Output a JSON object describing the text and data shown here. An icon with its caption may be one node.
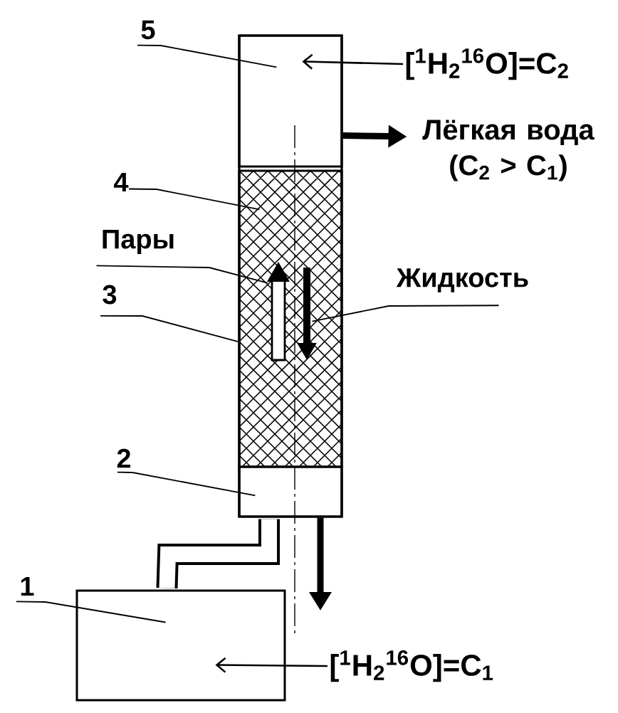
{
  "diagram": {
    "nodes": [
      {
        "text": [
          "5"
        ]
      },
      {
        "text": [],
        "shape": "box"
      },
      {
        "text": [],
        "shape": "box",
        "in": 1
      },
      {
        "text": [
          "[$^{1}$H$_{2}$$^{16}$O]=C$_{2}$"
        ]
      },
      {
        "text": [
          "Лёгкая вода (C$_{2}$ > C$_{1}$)"
        ]
      },
      {
        "text": [
          "4"
        ]
      },
      {
        "text": [],
        "shape": "box",
        "in": 1
      },
      {
        "text": [
          "Пары"
        ]
      },
      {
        "text": [],
        "shape": "arrow",
        "in": 6
      },
      {
        "text": [
          "Жидкость"
        ]
      },
      {
        "text": [],
        "shape": "arrow",
        "in": 6
      },
      {
        "text": [
          "3"
        ]
      },
      {
        "text": [
          "2"
        ]
      },
      {
        "text": [],
        "shape": "box",
        "in": 1
      },
      {
        "text": [
          "1"
        ]
      },
      {
        "text": [],
        "shape": "box"
      },
      {
        "text": [
          "[$^{1}$H$_{2}$$^{16}$O]=C$_{1}$"
        ]
      }
    ],
    "edges": [
      {
        "from": 0,
        "to": 2,
        "arrow": "none"
      },
      {
        "from": 3,
        "to": 2,
        "arrow": "to"
      },
      {
        "from": 2,
        "to": 4,
        "arrow": "to",
        "style": "thick"
      },
      {
        "from": 5,
        "to": 6,
        "arrow": "none"
      },
      {
        "from": 7,
        "to": 8,
        "arrow": "none"
      },
      {
        "from": 9,
        "to": 10,
        "arrow": "none"
      },
      {
        "from": 11,
        "to": 1,
        "arrow": "none"
      },
      {
        "from": 12,
        "to": 13,
        "arrow": "none"
      },
      {
        "from": 14,
        "to": 15,
        "arrow": "none"
      },
      {
        "from": 13,
        "to": 15,
        "arrow": "none",
        "style": "thick"
      },
      {
        "from": 13,
        "to": null,
        "arrow": "to",
        "style": "thick"
      },
      {
        "from": 16,
        "to": 15,
        "arrow": "to"
      }
    ]
  }
}
